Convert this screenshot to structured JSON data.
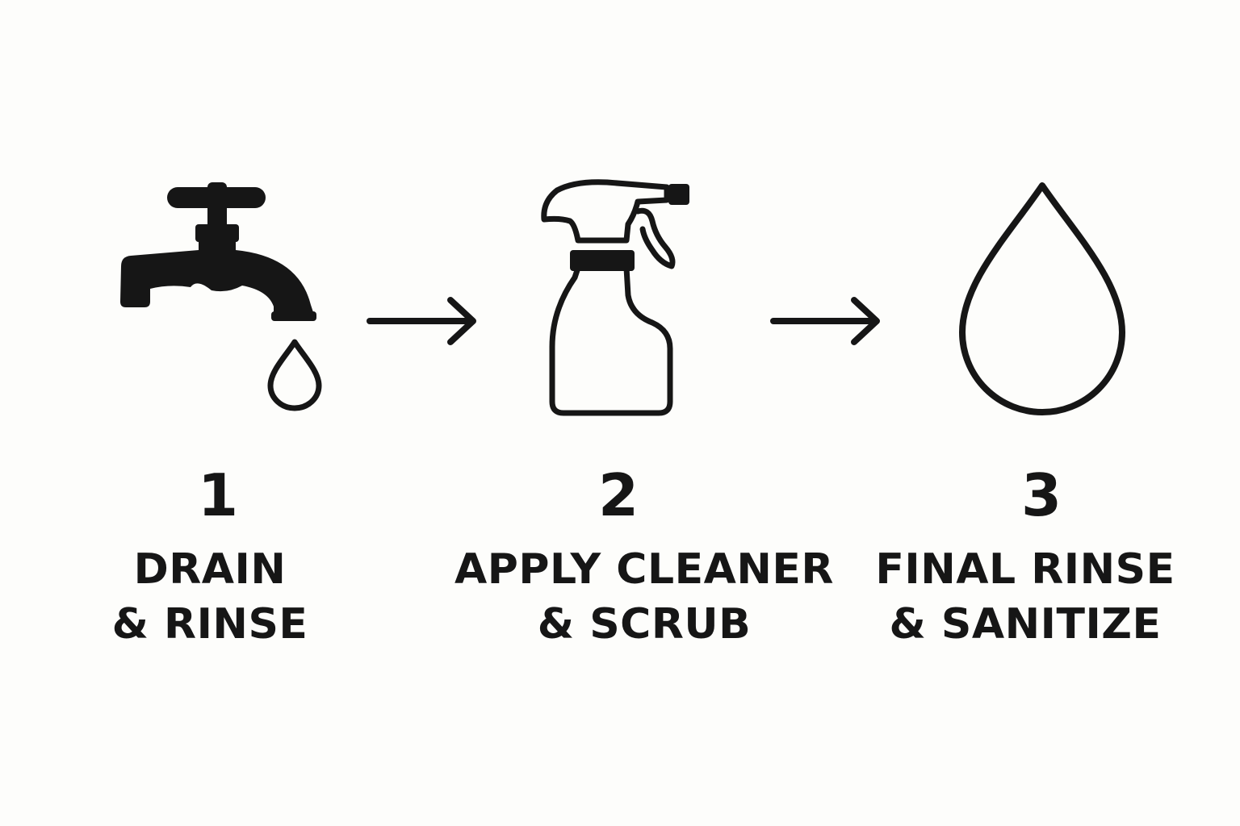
{
  "colors": {
    "background": "#fdfdfb",
    "ink": "#161616"
  },
  "steps": [
    {
      "number": "1",
      "label_line1": "DRAIN",
      "label_line2": "& RINSE",
      "icon": "faucet-icon"
    },
    {
      "number": "2",
      "label_line1": "APPLY CLEANER",
      "label_line2": "& SCRUB",
      "icon": "spray-bottle-icon"
    },
    {
      "number": "3",
      "label_line1": "FINAL RINSE",
      "label_line2": "& SANITIZE",
      "icon": "water-drop-icon"
    }
  ],
  "connectors": [
    "arrow-right-icon",
    "arrow-right-icon"
  ]
}
